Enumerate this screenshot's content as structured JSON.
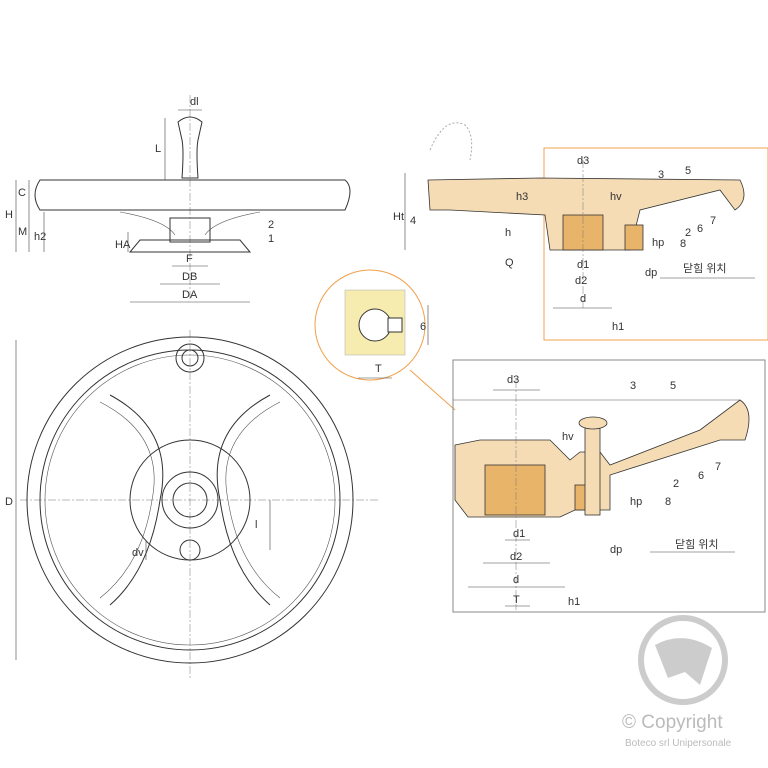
{
  "side_view": {
    "labels": {
      "dl": "dl",
      "L": "L",
      "H": "H",
      "C": "C",
      "M": "M",
      "h2": "h2",
      "HA": "HA",
      "F": "F",
      "DB": "DB",
      "DA": "DA",
      "p1": "1",
      "p2": "2"
    }
  },
  "front_view": {
    "labels": {
      "D": "D",
      "l": "l",
      "dv": "dv"
    }
  },
  "detail_circle": {
    "labels": {
      "six": "6",
      "T": "T"
    }
  },
  "section_top": {
    "labels": {
      "d3": "d3",
      "p3": "3",
      "p5": "5",
      "hv": "hv",
      "p7": "7",
      "p6": "6",
      "p2": "2",
      "hp": "hp",
      "p8": "8",
      "Ht": "Ht",
      "h3": "h3",
      "p4": "4",
      "h": "h",
      "Q": "Q",
      "d1": "d1",
      "d2": "d2",
      "d": "d",
      "h1": "h1",
      "dp": "dp",
      "closed": "닫힘 위치"
    }
  },
  "section_detail": {
    "labels": {
      "d3": "d3",
      "p3": "3",
      "p5": "5",
      "hv": "hv",
      "p7": "7",
      "p6": "6",
      "p2": "2",
      "hp": "hp",
      "p8": "8",
      "d1": "d1",
      "d2": "d2",
      "d": "d",
      "T": "T",
      "h1": "h1",
      "dp": "dp",
      "closed": "닫힘 위치"
    }
  },
  "watermark": {
    "copyright": "© Copyright",
    "company": "Boteco srl Unipersonale"
  },
  "colors": {
    "accent": "#f0a04b",
    "part": "#f5dcb5",
    "brass": "#e8b46a"
  }
}
